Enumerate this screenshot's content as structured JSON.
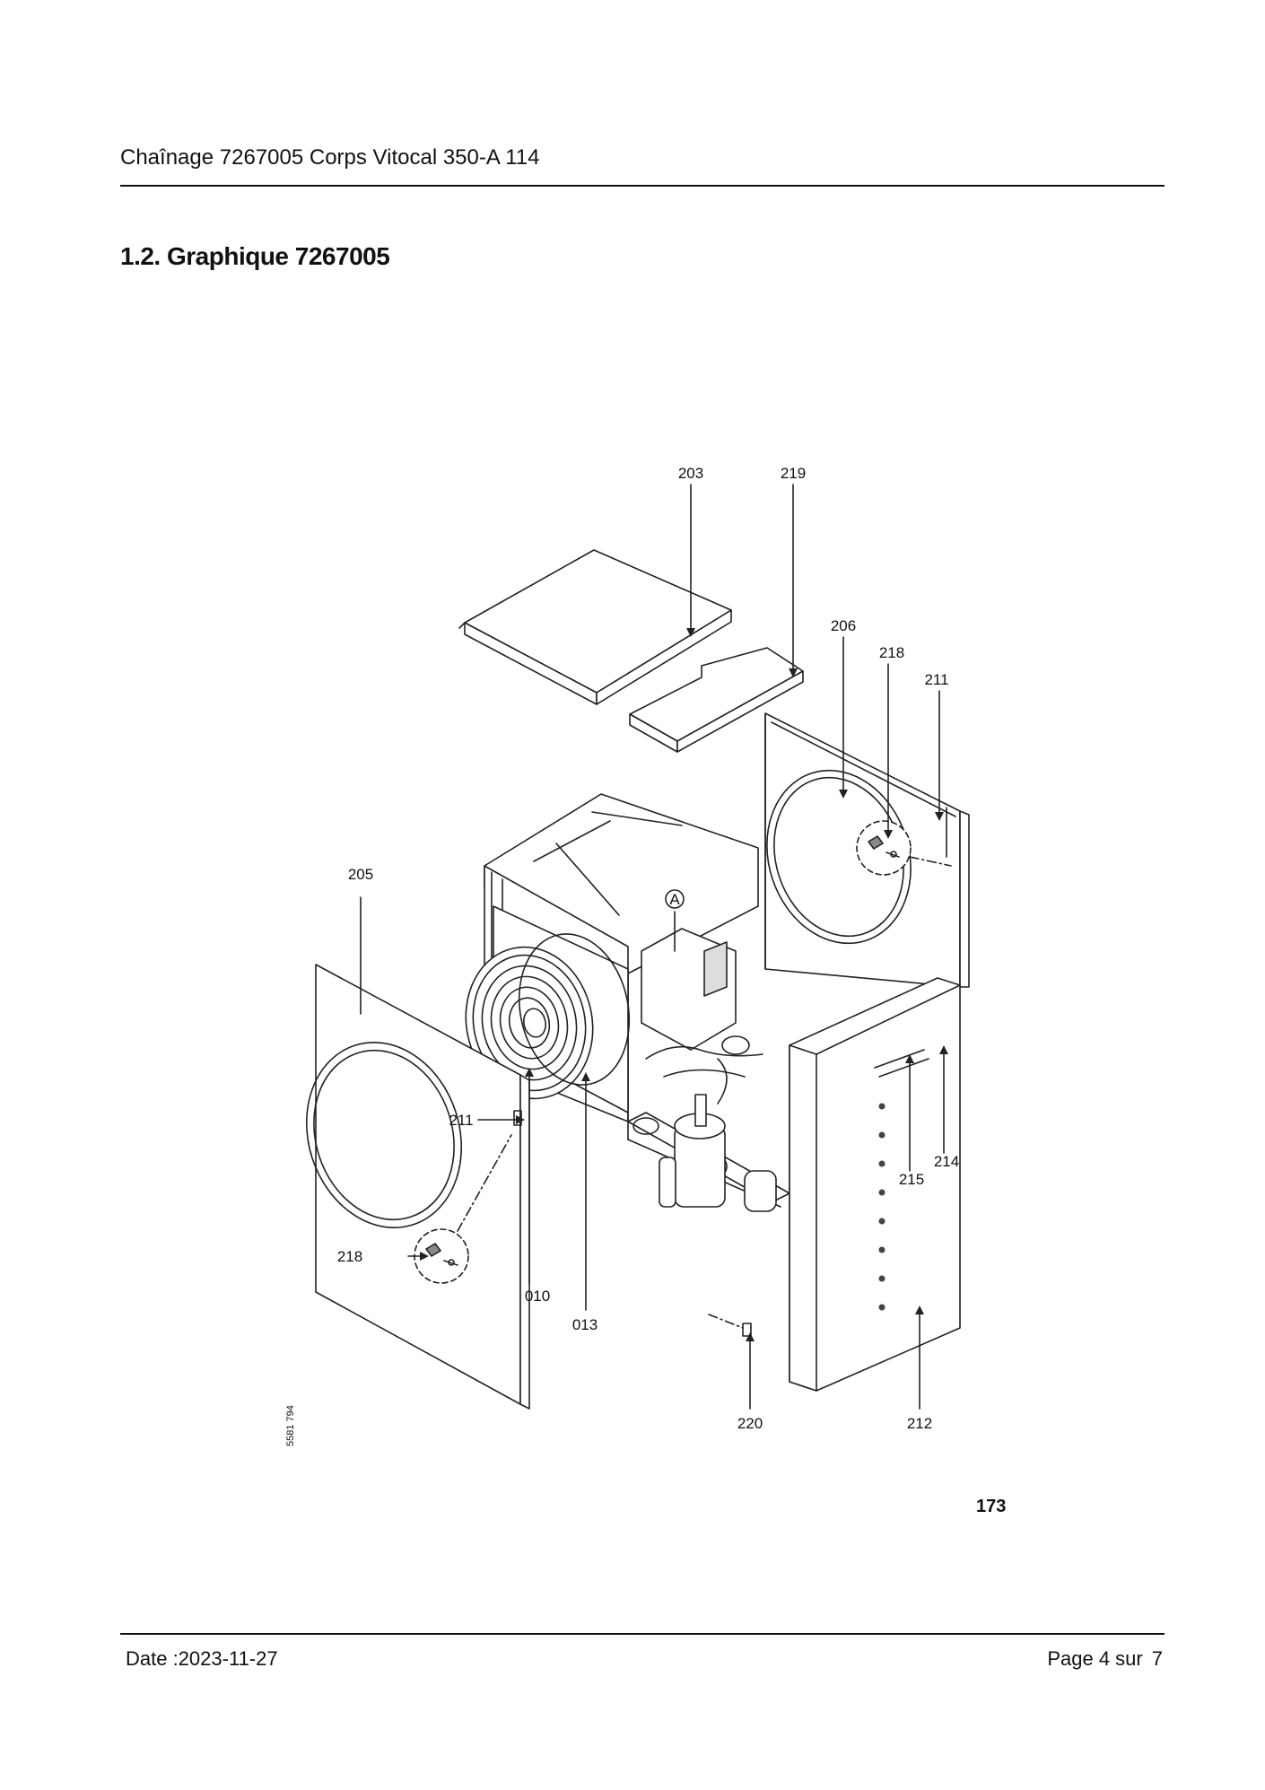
{
  "header": {
    "title": "Chaînage 7267005 Corps Vitocal 350-A 114"
  },
  "section": {
    "title": "1.2. Graphique 7267005"
  },
  "figure": {
    "callouts": {
      "c203": "203",
      "c219": "219",
      "c206": "206",
      "c218a": "218",
      "c211a": "211",
      "c205": "205",
      "cA": "A",
      "c211b": "211",
      "c214": "214",
      "c215": "215",
      "c218b": "218",
      "c010": "010",
      "c013": "013",
      "c220": "220",
      "c212": "212"
    },
    "code": "5581 794",
    "page_ref": "173"
  },
  "footer": {
    "date": "Date :2023-11-27",
    "page_prefix": "Page 4 sur",
    "page_total": "7"
  }
}
